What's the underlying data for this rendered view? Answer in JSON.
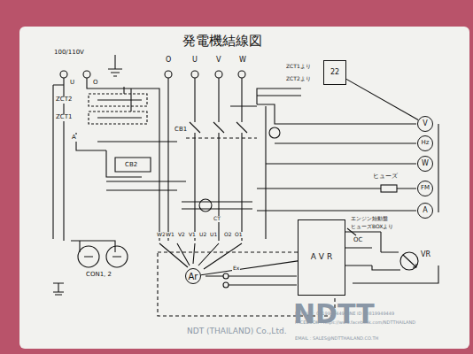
{
  "diagram": {
    "title": "発電機結線図",
    "nodes": [
      {
        "text": [
          "A V R"
        ]
      },
      {
        "text": [
          "Ar"
        ]
      },
      {
        "text": [
          "FM"
        ]
      },
      {
        "text": [
          "A"
        ]
      },
      {
        "text": [
          "V"
        ]
      },
      {
        "text": [
          "Hz"
        ]
      },
      {
        "text": [
          "22"
        ]
      },
      {
        "text": [
          "W"
        ]
      }
    ],
    "edges": [
      {
        "from": 1,
        "to": 0,
        "arrow": "none"
      },
      {
        "from": 6,
        "to": 4,
        "arrow": "none"
      }
    ],
    "labels": [
      "100/110V",
      "U",
      "O",
      "ZCT2",
      "ZCT1",
      "A",
      "CB2",
      "O",
      "U",
      "V",
      "W",
      "CB1",
      "ZCT1より",
      "ZCT2より",
      "ヒューズ",
      "エンジン始動盤",
      "ヒューズBOXより",
      "OC",
      "VR",
      "CT",
      "CON1, 2",
      "W2",
      "W1",
      "V2",
      "V1",
      "U2",
      "U1",
      "O2",
      "O1",
      "Ex",
      "NDTT",
      "NDT (THAILAND) Co.,Ltd.",
      "MOBILE : 0819949449 LINE ID : 0819949449",
      "FACEBOOK : https://www.facebook.com/NDTTHAILAND",
      "EMAIL : SALES@NDTTHAILAND.CO.TH"
    ]
  }
}
